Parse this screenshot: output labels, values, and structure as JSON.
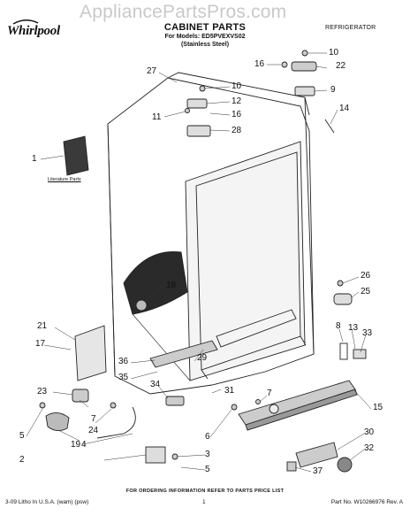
{
  "watermark": "AppliancePartsPros.com",
  "brand": "Whirlpool",
  "title": "CABINET PARTS",
  "models": "For Models: ED5PVEXVS02",
  "finish": "(Stainless Steel)",
  "category": "REFRIGERATOR",
  "literature_label": "Literature Parts",
  "callouts": [
    "1",
    "2",
    "3",
    "4",
    "5",
    "5",
    "6",
    "7",
    "7",
    "8",
    "9",
    "10",
    "10",
    "11",
    "12",
    "13",
    "14",
    "15",
    "16",
    "16",
    "17",
    "18",
    "19",
    "21",
    "22",
    "23",
    "24",
    "25",
    "26",
    "27",
    "28",
    "29",
    "30",
    "31",
    "32",
    "33",
    "34",
    "35",
    "36",
    "37"
  ],
  "footer": {
    "info": "FOR ORDERING INFORMATION REFER TO PARTS PRICE LIST",
    "left": "3-09 Litho In U.S.A. (wam) (psw)",
    "center": "1",
    "right": "Part No. W10266976 Rev. A"
  }
}
